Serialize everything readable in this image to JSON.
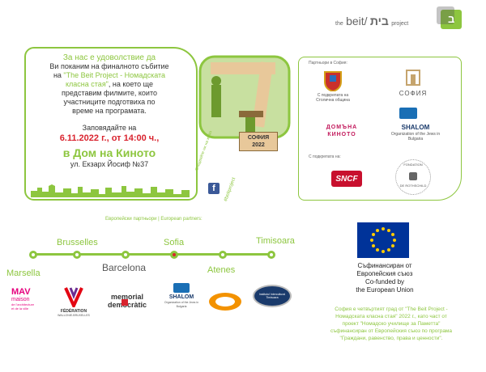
{
  "header": {
    "brand_the": "the",
    "brand_beit": "beit/",
    "brand_hebrew": "בית",
    "brand_project": "project",
    "logo_letter": "ב"
  },
  "invite": {
    "line1": "За нас е удоволствие да",
    "line2": "Ви поканим на финалното събитие",
    "line3a": "на ",
    "line3b": "\"The Beit Project - Номадската",
    "line4a": "класна стая\"",
    "line4b": ", на което ще",
    "line5": "представим филмите, които",
    "line6": "участниците подготвиха по",
    "line7": "време на програмата.",
    "welcome": "Заповядайте на",
    "date": "6.11.2022 г., от 14:00 ч.,",
    "venue": "в Дом на Киното",
    "address": "ул. Екзарх Йосиф №37",
    "sign_text": "СОФИЯ",
    "sign_year": "2022"
  },
  "social": {
    "follow": "Следвайте ни на живо",
    "hashtag": "#beitproject"
  },
  "partners": {
    "sofia_title": "Партньори в София:",
    "municipality_caption": "С подкрепата на Столична община",
    "sofia_logo_text": "СОФИЯ",
    "domkino_top": "ДОМЪНА",
    "domkino_bottom": "КИНОТО",
    "shalom": "SHALOM",
    "shalom_caption": "Organization of the Jews in Bulgaria",
    "support_title": "С подкрепата на:",
    "sncf": "SNCF",
    "rothschild_top": "FONDATION",
    "rothschild_bottom": "DE ROTHSCHILD"
  },
  "european": {
    "title": "Европейски партньори | European partners:",
    "cities": {
      "marsella": "Marsella",
      "brussels": "Brusselles",
      "barcelona": "Barcelona",
      "sofia": "Sofia",
      "atenes": "Atenes",
      "timisoara": "Timisoara"
    }
  },
  "bottom_logos": {
    "mav1": "MAV",
    "mav2": "maison",
    "mav3": "de l'architecture",
    "mav4": "et de la ville",
    "fwb1": "FÉDÉRATION",
    "fwb2": "WALLONIE-BRUXELLES",
    "memorial1": "memorial",
    "memorial2": "democràtic",
    "shalom": "SHALOM",
    "shalom_caption": "Organization of the Jews in Bulgaria",
    "timisoara": "Institutul Intercultural Timisoara"
  },
  "eu": {
    "bg1": "Съфинансиран от",
    "bg2": "Европейския съюз",
    "en1": "Co-funded by",
    "en2": "the European Union"
  },
  "footer_text": {
    "l1": "София е четвъртият град от \"The Beit Project -",
    "l2": "Номадската класна стая\" 2022 г., като част от",
    "l3": "проект \"Номадско училище за Паметта\"",
    "l4": "съфинансиран от Европейския съюз по програма",
    "l5": "\"Граждани, равенство, права и ценности\"."
  },
  "colors": {
    "accent": "#8dc63f",
    "red": "#d9232e",
    "eu_blue": "#003399",
    "eu_star": "#ffcc00"
  }
}
